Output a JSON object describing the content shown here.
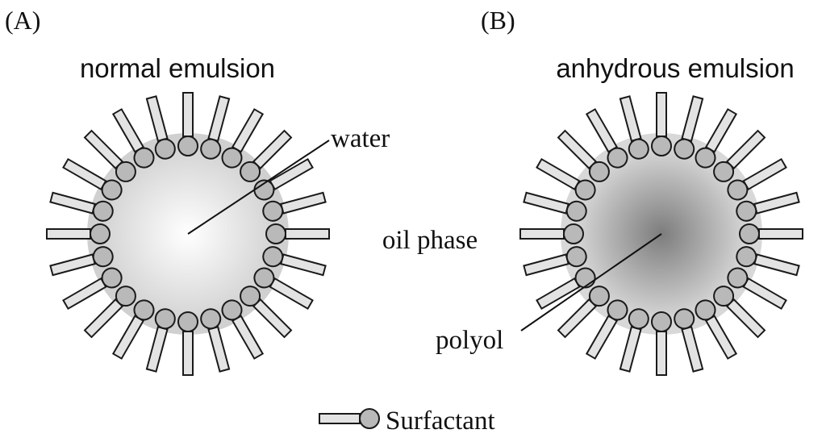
{
  "panels": [
    {
      "label": "(A)",
      "title": "normal emulsion",
      "callout": "water",
      "core_color_center": "#ffffff",
      "core_color_edge": "#d3d3d3"
    },
    {
      "label": "(B)",
      "title": "anhydrous emulsion",
      "callout": "polyol",
      "core_color_center": "#7d7d7d",
      "core_color_edge": "#d8d8d8"
    }
  ],
  "medium_label": "oil phase",
  "legend": {
    "label": "Surfactant",
    "icon": "surfactant-icon"
  },
  "colors": {
    "halo": "#d0d0d0",
    "surfactant_head": "#b9b9b9",
    "surfactant_tail": "#e3e3e3",
    "outline": "#1a1a1a"
  },
  "surfactants_per_droplet": 24
}
